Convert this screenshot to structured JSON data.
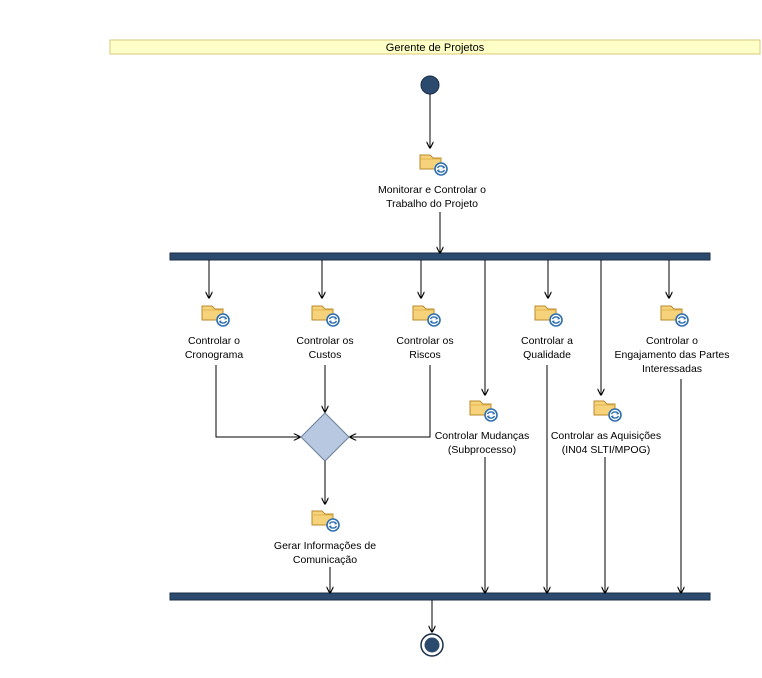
{
  "lane": {
    "title": "Gerente de Projetos"
  },
  "tasks": [
    {
      "id": "monitorar",
      "lines": [
        "Monitorar e Controlar o",
        "Trabalho do Projeto"
      ]
    },
    {
      "id": "cronograma",
      "lines": [
        "Controlar o",
        "Cronograma"
      ]
    },
    {
      "id": "custos",
      "lines": [
        "Controlar os",
        "Custos"
      ]
    },
    {
      "id": "riscos",
      "lines": [
        "Controlar os",
        "Riscos"
      ]
    },
    {
      "id": "mudancas",
      "lines": [
        "Controlar Mudanças",
        "(Subprocesso)"
      ]
    },
    {
      "id": "qualidade",
      "lines": [
        "Controlar a",
        "Qualidade"
      ]
    },
    {
      "id": "aquisicoes",
      "lines": [
        "Controlar as Aquisições",
        "(IN04 SLTI/MPOG)"
      ]
    },
    {
      "id": "engajamento",
      "lines": [
        "Controlar o",
        "Engajamento das Partes",
        "Interessadas"
      ]
    },
    {
      "id": "comunicacao",
      "lines": [
        "Gerar Informações de",
        "Comunicação"
      ]
    }
  ],
  "colors": {
    "lane_fill": "#ffffc8",
    "lane_border": "#d8c878",
    "bar": "#2c4a6e",
    "node": "#2c4a6e",
    "diamond": "#b8c8e0",
    "arrow": "#000000",
    "task_icon": "#f0c860",
    "subprocess_icon": "#2f6fb0"
  },
  "icons": {
    "task": "task-subprocess-icon",
    "start": "start-node-icon",
    "end": "end-node-icon"
  }
}
